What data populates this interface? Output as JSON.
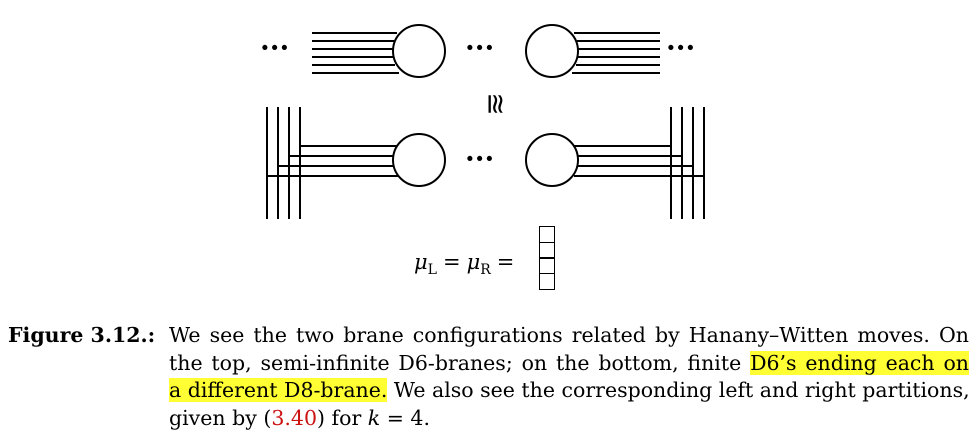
{
  "figure": {
    "dots": "···",
    "equiv_symbol": "≊",
    "partition": {
      "mu": "μ",
      "sub_left": "L",
      "sub_right": "R",
      "equals": "="
    }
  },
  "caption": {
    "label": "Figure 3.12.:",
    "line1": "We see the two brane configurations related by Hanany–Witten moves. On",
    "line2_pre": "the top, semi-infinite D6-branes; on the bottom, finite ",
    "line2_hl": "D6’s ending each on",
    "line3_hl": "a different D8-brane.",
    "line3_post": " We also see the corresponding left and right partitions,",
    "line4_pre": "given by (",
    "line4_ref": "3.40",
    "line4_mid": ") for ",
    "line4_var": "k",
    "line4_post": " = 4."
  },
  "colors": {
    "highlight": "#ffff33",
    "reference": "#cc1111"
  }
}
